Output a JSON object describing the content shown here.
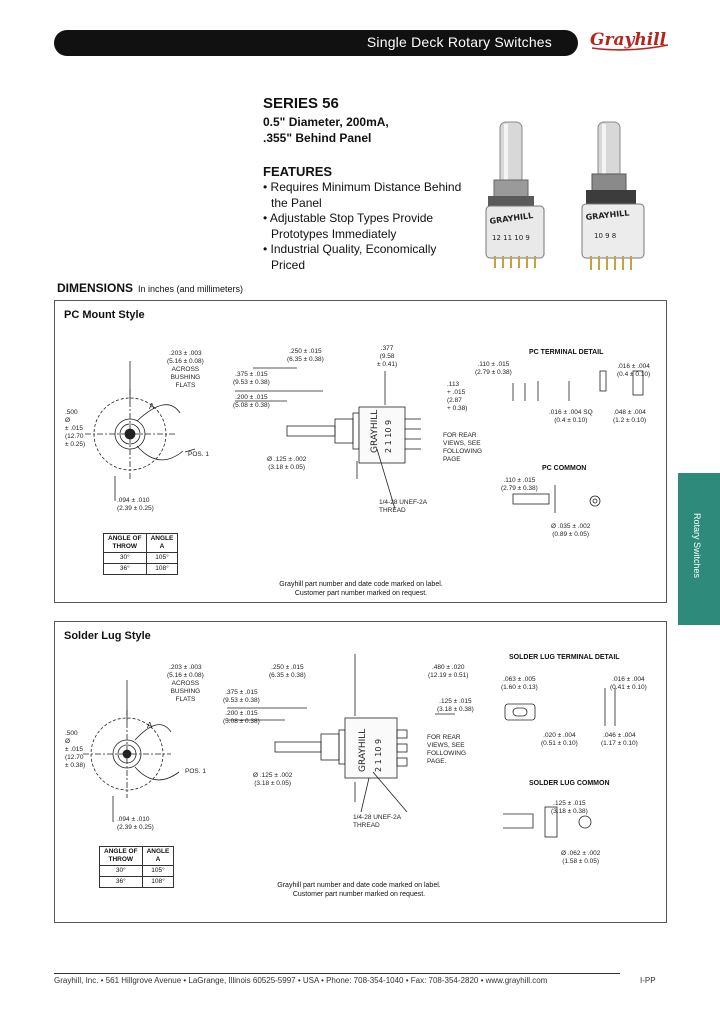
{
  "header": {
    "title": "Single Deck Rotary Switches",
    "brand": "Grayhill"
  },
  "product": {
    "series": "SERIES 56",
    "subtitle_line1": "0.5\" Diameter, 200mA,",
    "subtitle_line2": ".355\" Behind Panel"
  },
  "features": {
    "title": "FEATURES",
    "items": [
      "• Requires Minimum Distance Behind the Panel",
      "• Adjustable Stop Types Provide Prototypes Immediately",
      "• Industrial Quality, Economically Priced"
    ]
  },
  "dimensions": {
    "title": "DIMENSIONS",
    "note": "In inches (and millimeters)"
  },
  "pc_mount": {
    "title": "PC Mount Style",
    "labels": {
      "flats": ".203 ± .003\n(5.16 ± 0.08)\nACROSS\nBUSHING\nFLATS",
      "dia": ".500\nØ\n± .015\n(12.70\n± 0.25)",
      "a": "A",
      "pos1": "POS. 1",
      "d094": ".094 ± .010\n(2.39 ± 0.25)",
      "d250": ".250 ± .015\n(6.35 ± 0.38)",
      "d375": ".375 ± .015\n(9.53 ± 0.38)",
      "d200": ".200 ± .015\n(5.08 ± 0.38)",
      "d377": ".377\n(9.58\n± 0.41)",
      "d113": ".113\n+ .015\n(2.87\n+ 0.38)",
      "d125": "Ø .125 ± .002\n(3.18 ± 0.05)",
      "rear": "FOR REAR\nVIEWS, SEE\nFOLLOWING\nPAGE",
      "thread": "1/4-28 UNEF-2A\nTHREAD",
      "term_title": "PC TERMINAL DETAIL",
      "t110": ".110 ± .015\n(2.79 ± 0.38)",
      "t016": ".016 ± .004\n(0.4 ± 0.10)",
      "t016sq": ".016 ± .004 SQ\n(0.4 ± 0.10)",
      "t048": ".048 ± .004\n(1.2 ± 0.10)",
      "common_title": "PC COMMON",
      "c110": ".110 ± .015\n(2.79 ± 0.38)",
      "c035": "Ø .035 ± .002\n(0.89 ± 0.05)"
    },
    "table": {
      "head1": "ANGLE OF\nTHROW",
      "head2": "ANGLE\nA",
      "rows": [
        [
          "30°",
          "105°"
        ],
        [
          "36°",
          "108°"
        ]
      ]
    },
    "note": "Grayhill part number and date code marked on label.\nCustomer part number marked on request."
  },
  "solder_lug": {
    "title": "Solder Lug Style",
    "labels": {
      "flats": ".203 ± .003\n(5.16 ± 0.08)\nACROSS\nBUSHING\nFLATS",
      "dia": ".500\nØ\n± .015\n(12.70\n± 0.38)",
      "a": "A",
      "pos1": "POS. 1",
      "d094": ".094 ± .010\n(2.39 ± 0.25)",
      "d250": ".250 ± .015\n(6.35 ± 0.38)",
      "d375": ".375 ± .015\n(9.53 ± 0.38)",
      "d200": ".200 ± .015\n(5.08 ± 0.38)",
      "d480": ".480 ± .020\n(12.19 ± 0.51)",
      "d125b": ".125 ± .015\n(3.18 ± 0.38)",
      "d125": "Ø .125 ± .002\n(3.18 ± 0.05)",
      "rear": "FOR REAR\nVIEWS, SEE\nFOLLOWING\nPAGE.",
      "thread": "1/4-28 UNEF-2A\nTHREAD",
      "term_title": "SOLDER LUG TERMINAL DETAIL",
      "t063": ".063 ± .005\n(1.60 ± 0.13)",
      "t016": ".016 ± .004\n(0.41 ± 0.10)",
      "t020": ".020 ± .004\n(0.51 ± 0.10)",
      "t046": ".046 ± .004\n(1.17 ± 0.10)",
      "common_title": "SOLDER LUG COMMON",
      "c125": ".125 ± .015\n(3.18 ± 0.38)",
      "c062": "Ø .062 ± .002\n(1.58 ± 0.05)"
    },
    "table": {
      "head1": "ANGLE OF\nTHROW",
      "head2": "ANGLE\nA",
      "rows": [
        [
          "30°",
          "105°"
        ],
        [
          "36°",
          "108°"
        ]
      ]
    },
    "note": "Grayhill part number and date code marked on label.\nCustomer part number marked on request."
  },
  "side_tab": {
    "label": "Rotary Switches",
    "color": "#2e8a7a"
  },
  "footer": {
    "text": "Grayhill, Inc. • 561 Hillgrove Avenue • LaGrange, Illinois 60525-5997 • USA • Phone: 708-354-1040 • Fax: 708-354-2820 • www.grayhill.com",
    "page": "I-PP"
  }
}
